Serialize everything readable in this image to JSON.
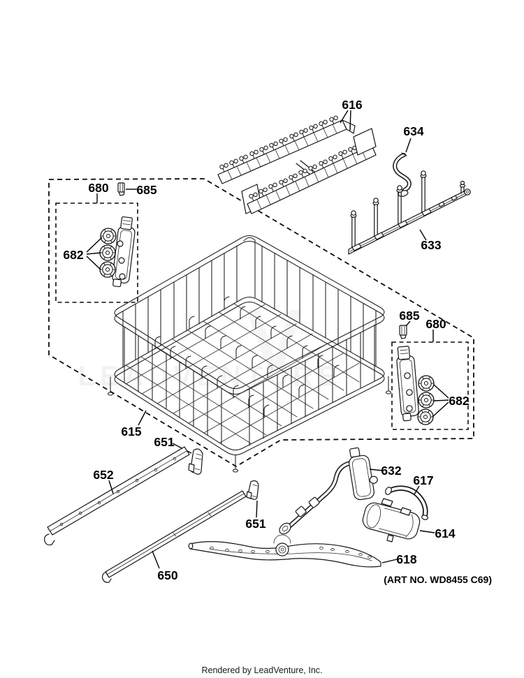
{
  "diagram": {
    "watermark_text": "LEADVENTURE",
    "watermark_mark": "V",
    "art_no": "(ART NO. WD8455 C69)",
    "callouts": {
      "tine_row_616": "616",
      "clip_634": "634",
      "conduit_tower_633": "633",
      "left_680": "680",
      "left_685": "685",
      "left_682": "682",
      "right_685": "685",
      "right_680": "680",
      "right_682": "682",
      "rack_615": "615",
      "stop_651_upper": "651",
      "rail_652": "652",
      "rail_650": "650",
      "stop_651_lower": "651",
      "conduit_632": "632",
      "handle_617": "617",
      "cover_614": "614",
      "spray_arm_618": "618"
    }
  },
  "footer": {
    "credit": "Rendered by LeadVenture, Inc."
  }
}
